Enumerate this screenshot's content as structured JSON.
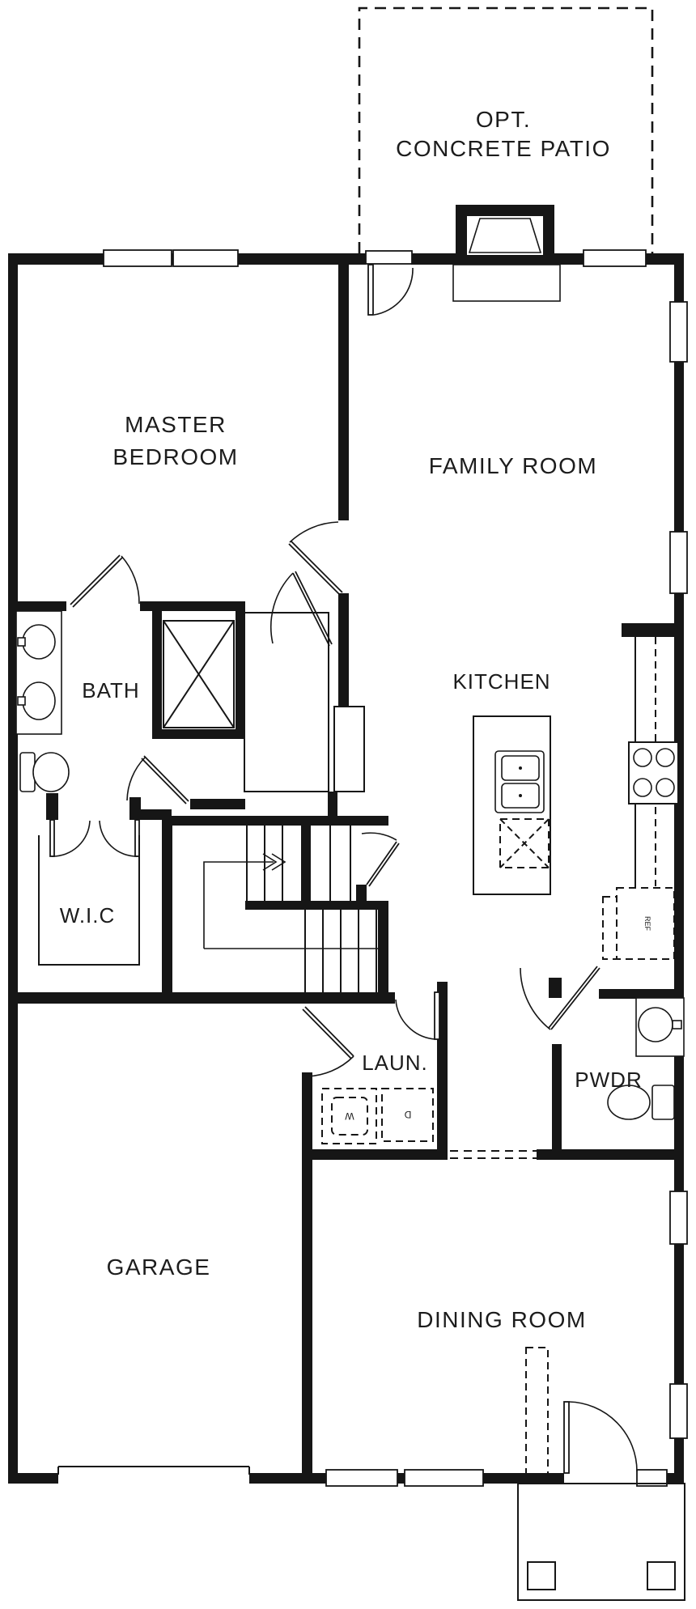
{
  "colors": {
    "ink": "#161616",
    "paper": "#ffffff"
  },
  "patio": {
    "line1": "OPT.",
    "line2": "CONCRETE PATIO"
  },
  "rooms": {
    "master_bedroom": {
      "line1": "MASTER",
      "line2": "BEDROOM"
    },
    "family_room": {
      "label": "FAMILY ROOM"
    },
    "bath": {
      "label": "BATH"
    },
    "kitchen": {
      "label": "KITCHEN"
    },
    "wic": {
      "label": "W.I.C"
    },
    "laundry": {
      "label": "LAUN."
    },
    "powder": {
      "label": "PWDR"
    },
    "garage": {
      "label": "GARAGE"
    },
    "dining": {
      "label": "DINING ROOM"
    }
  },
  "appliances": {
    "washer": "W",
    "dryer": "D",
    "refrigerator": "REF"
  }
}
